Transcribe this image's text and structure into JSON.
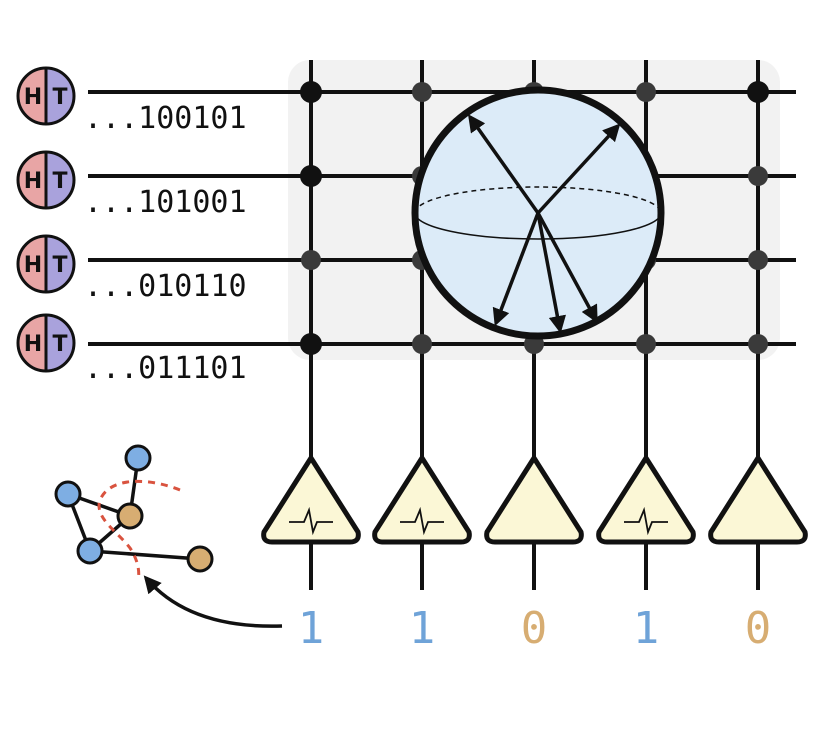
{
  "coins": [
    {
      "heads_label": "H",
      "tails_label": "T",
      "bitstring": "...100101"
    },
    {
      "heads_label": "H",
      "tails_label": "T",
      "bitstring": "...101001"
    },
    {
      "heads_label": "H",
      "tails_label": "T",
      "bitstring": "...010110"
    },
    {
      "heads_label": "H",
      "tails_label": "T",
      "bitstring": "...011101"
    }
  ],
  "detectors": [
    {
      "clicked": true,
      "output": "1"
    },
    {
      "clicked": true,
      "output": "1"
    },
    {
      "clicked": false,
      "output": "0"
    },
    {
      "clicked": true,
      "output": "1"
    },
    {
      "clicked": false,
      "output": "0"
    }
  ],
  "colors": {
    "heads": "#e8a5a5",
    "tails": "#a9a2dc",
    "interferometer_bg": "#f2f2f2",
    "sphere_fill": "#dcebf8",
    "detector_fill": "#fbf7d6",
    "bit_one": "#6fa3d8",
    "bit_zero": "#d7ad72",
    "graph_blue": "#7eaee3",
    "graph_tan": "#d7ad72",
    "cut": "#d9533f"
  }
}
